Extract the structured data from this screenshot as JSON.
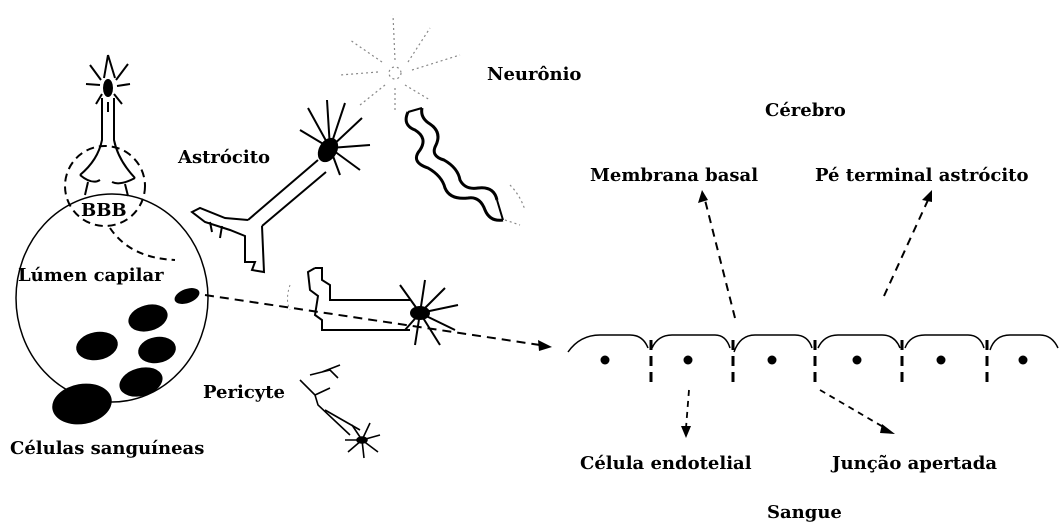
{
  "labels": {
    "neuron": "Neurônio",
    "brain": "Cérebro",
    "astrocyte": "Astrócito",
    "basal_membrane": "Membrana basal",
    "astrocyte_endfoot": "Pé terminal astrócito",
    "bbb": "BBB",
    "capillary": "Lúmen capilar",
    "pericyte": "Pericyte",
    "blood_cells": "Células sanguíneas",
    "endothelial_cell": "Célula endotelial",
    "tight_junction": "Junção apertada",
    "blood": "Sangue"
  },
  "colors": {
    "ink": "#000000",
    "paper": "#ffffff",
    "faint": "#888888"
  }
}
